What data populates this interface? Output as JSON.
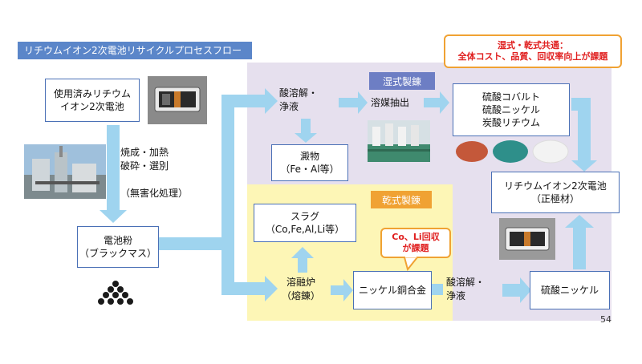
{
  "title": "リチウムイオン2次電池リサイクルプロセスフロー",
  "callout_top": "湿式・乾式共通：\n全体コスト、品質、回収率向上が課題",
  "callout_co_li": "Co、Li回収\nが課題",
  "tags": {
    "wet": "湿式製錬",
    "dry": "乾式製錬"
  },
  "boxes": {
    "used_battery": "使用済みリチウム\nイオン2次電池",
    "battery_powder": "電池粉\n（ブラックマス）",
    "sediment": "澱物\n（Fe・Al等）",
    "slag": "スラグ\n（Co,Fe,Al,Li等）",
    "nickel_alloy": "ニッケル銅合金",
    "products": "硫酸コバルト\n硫酸ニッケル\n炭酸リチウム",
    "new_battery": "リチウムイオン2次電池\n（正極材）",
    "nickel_sulfate": "硫酸ニッケル"
  },
  "labels": {
    "pretreatment": "焼成・加熱\n破砕・選別\n\n（無害化処理）",
    "acid_dissolve_top": "酸溶解・\n浄液",
    "solvent_extract": "溶媒抽出",
    "furnace": "溶融炉\n（熔錬）",
    "acid_dissolve_bottom": "酸溶解・\n浄液"
  },
  "page_number": "54",
  "colors": {
    "arrow": "#9fd4ef",
    "box_border": "#4a70b6",
    "wet_panel": "#e6e0ee",
    "dry_panel": "#fdf6b6",
    "accent_orange": "#f0a233",
    "callout_text": "#e02020"
  }
}
